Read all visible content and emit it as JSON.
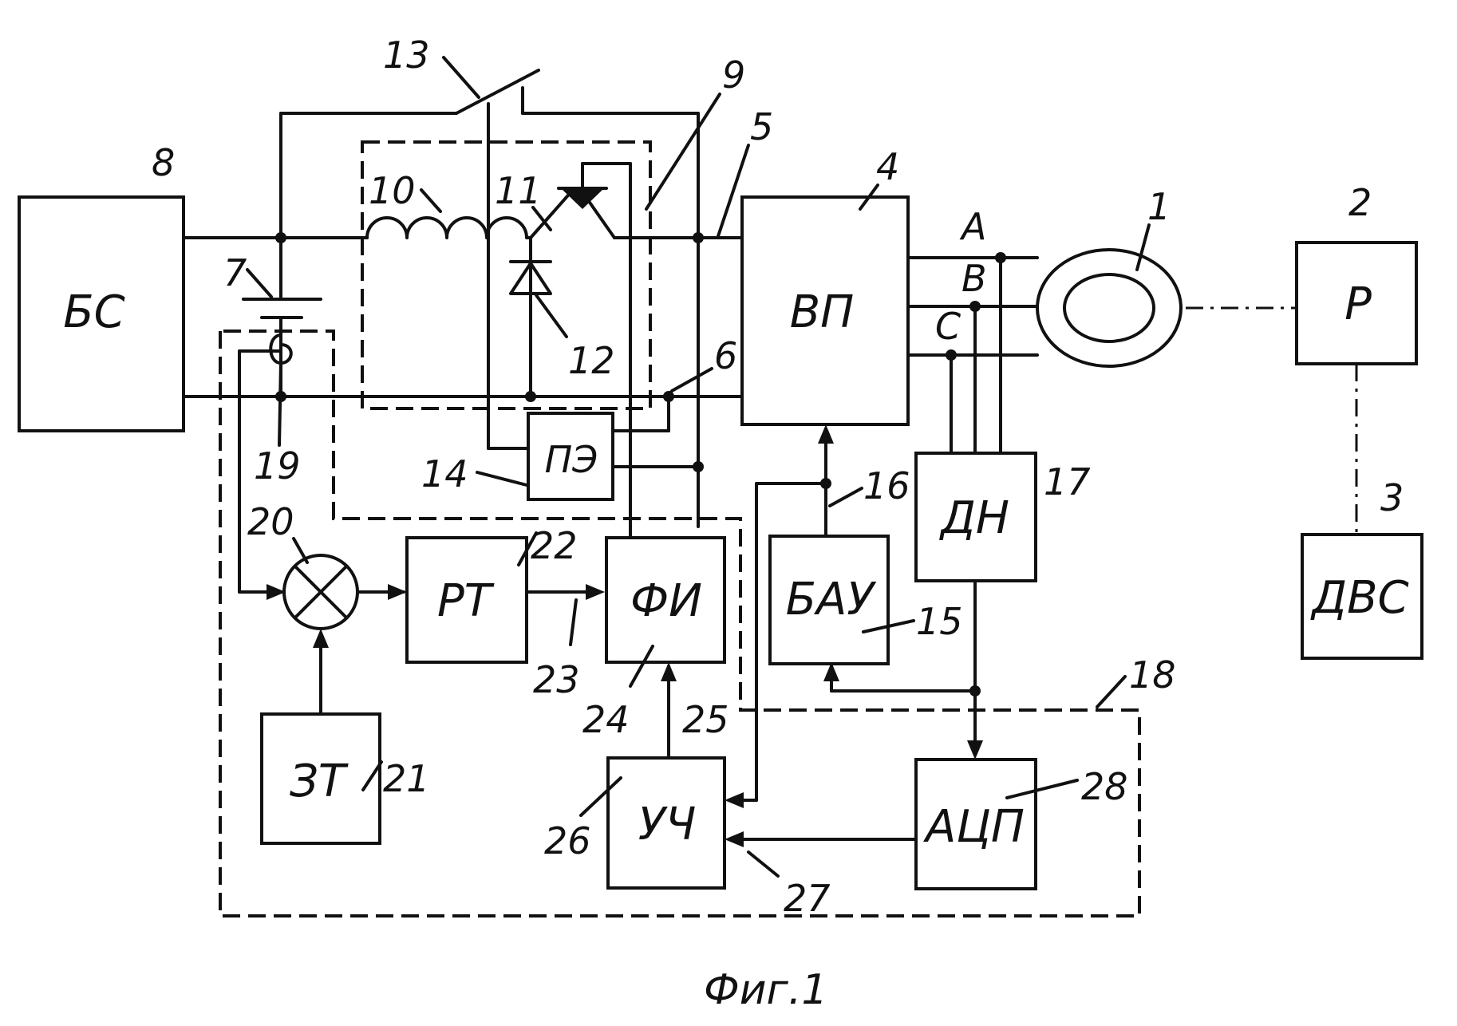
{
  "blocks": {
    "bs": "БС",
    "vp": "ВП",
    "r": "Р",
    "dvs": "ДВС",
    "pe": "ПЭ",
    "rt": "РТ",
    "fi": "ФИ",
    "bau": "БАУ",
    "dn": "ДН",
    "zt": "ЗТ",
    "uch": "УЧ",
    "acp": "АЦП"
  },
  "phases": {
    "a": "А",
    "b": "В",
    "c": "С"
  },
  "numbers": {
    "n1": "1",
    "n2": "2",
    "n3": "3",
    "n4": "4",
    "n5": "5",
    "n6": "6",
    "n7": "7",
    "n8": "8",
    "n9": "9",
    "n10": "10",
    "n11": "11",
    "n12": "12",
    "n13": "13",
    "n14": "14",
    "n15": "15",
    "n16": "16",
    "n17": "17",
    "n18": "18",
    "n19": "19",
    "n20": "20",
    "n21": "21",
    "n22": "22",
    "n23": "23",
    "n24": "24",
    "n25": "25",
    "n26": "26",
    "n27": "27",
    "n28": "28"
  },
  "caption": "Фиг.1"
}
